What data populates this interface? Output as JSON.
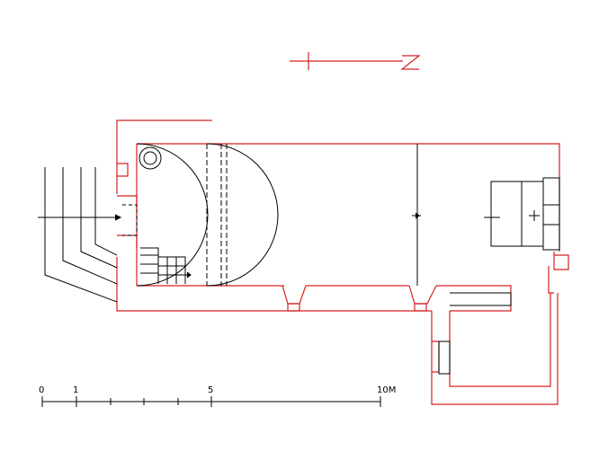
{
  "north_marker": {
    "label": "N",
    "color": "#d62020"
  },
  "scale_bar": {
    "labels": [
      "0",
      "1",
      "5",
      "10M"
    ],
    "color": "#000000"
  },
  "colors": {
    "outer_wall": "#d62020",
    "interior": "#000000",
    "background": "#ffffff"
  }
}
